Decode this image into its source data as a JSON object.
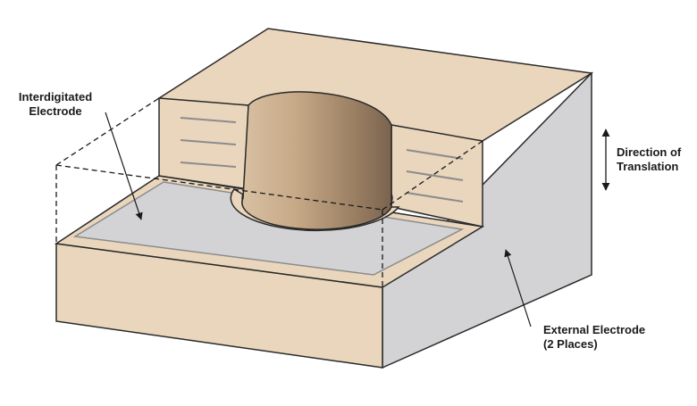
{
  "labels": {
    "interdigitated": [
      "Interdigitated",
      "Electrode"
    ],
    "direction": [
      "Direction of",
      "Translation"
    ],
    "external": [
      "External Electrode",
      "(2 Places)"
    ]
  },
  "colors": {
    "ceramic": "#e9d6bc",
    "electrode": "#d3d3d5",
    "outline": "#2a2a2a",
    "electrode_line": "#8c8c8c"
  }
}
